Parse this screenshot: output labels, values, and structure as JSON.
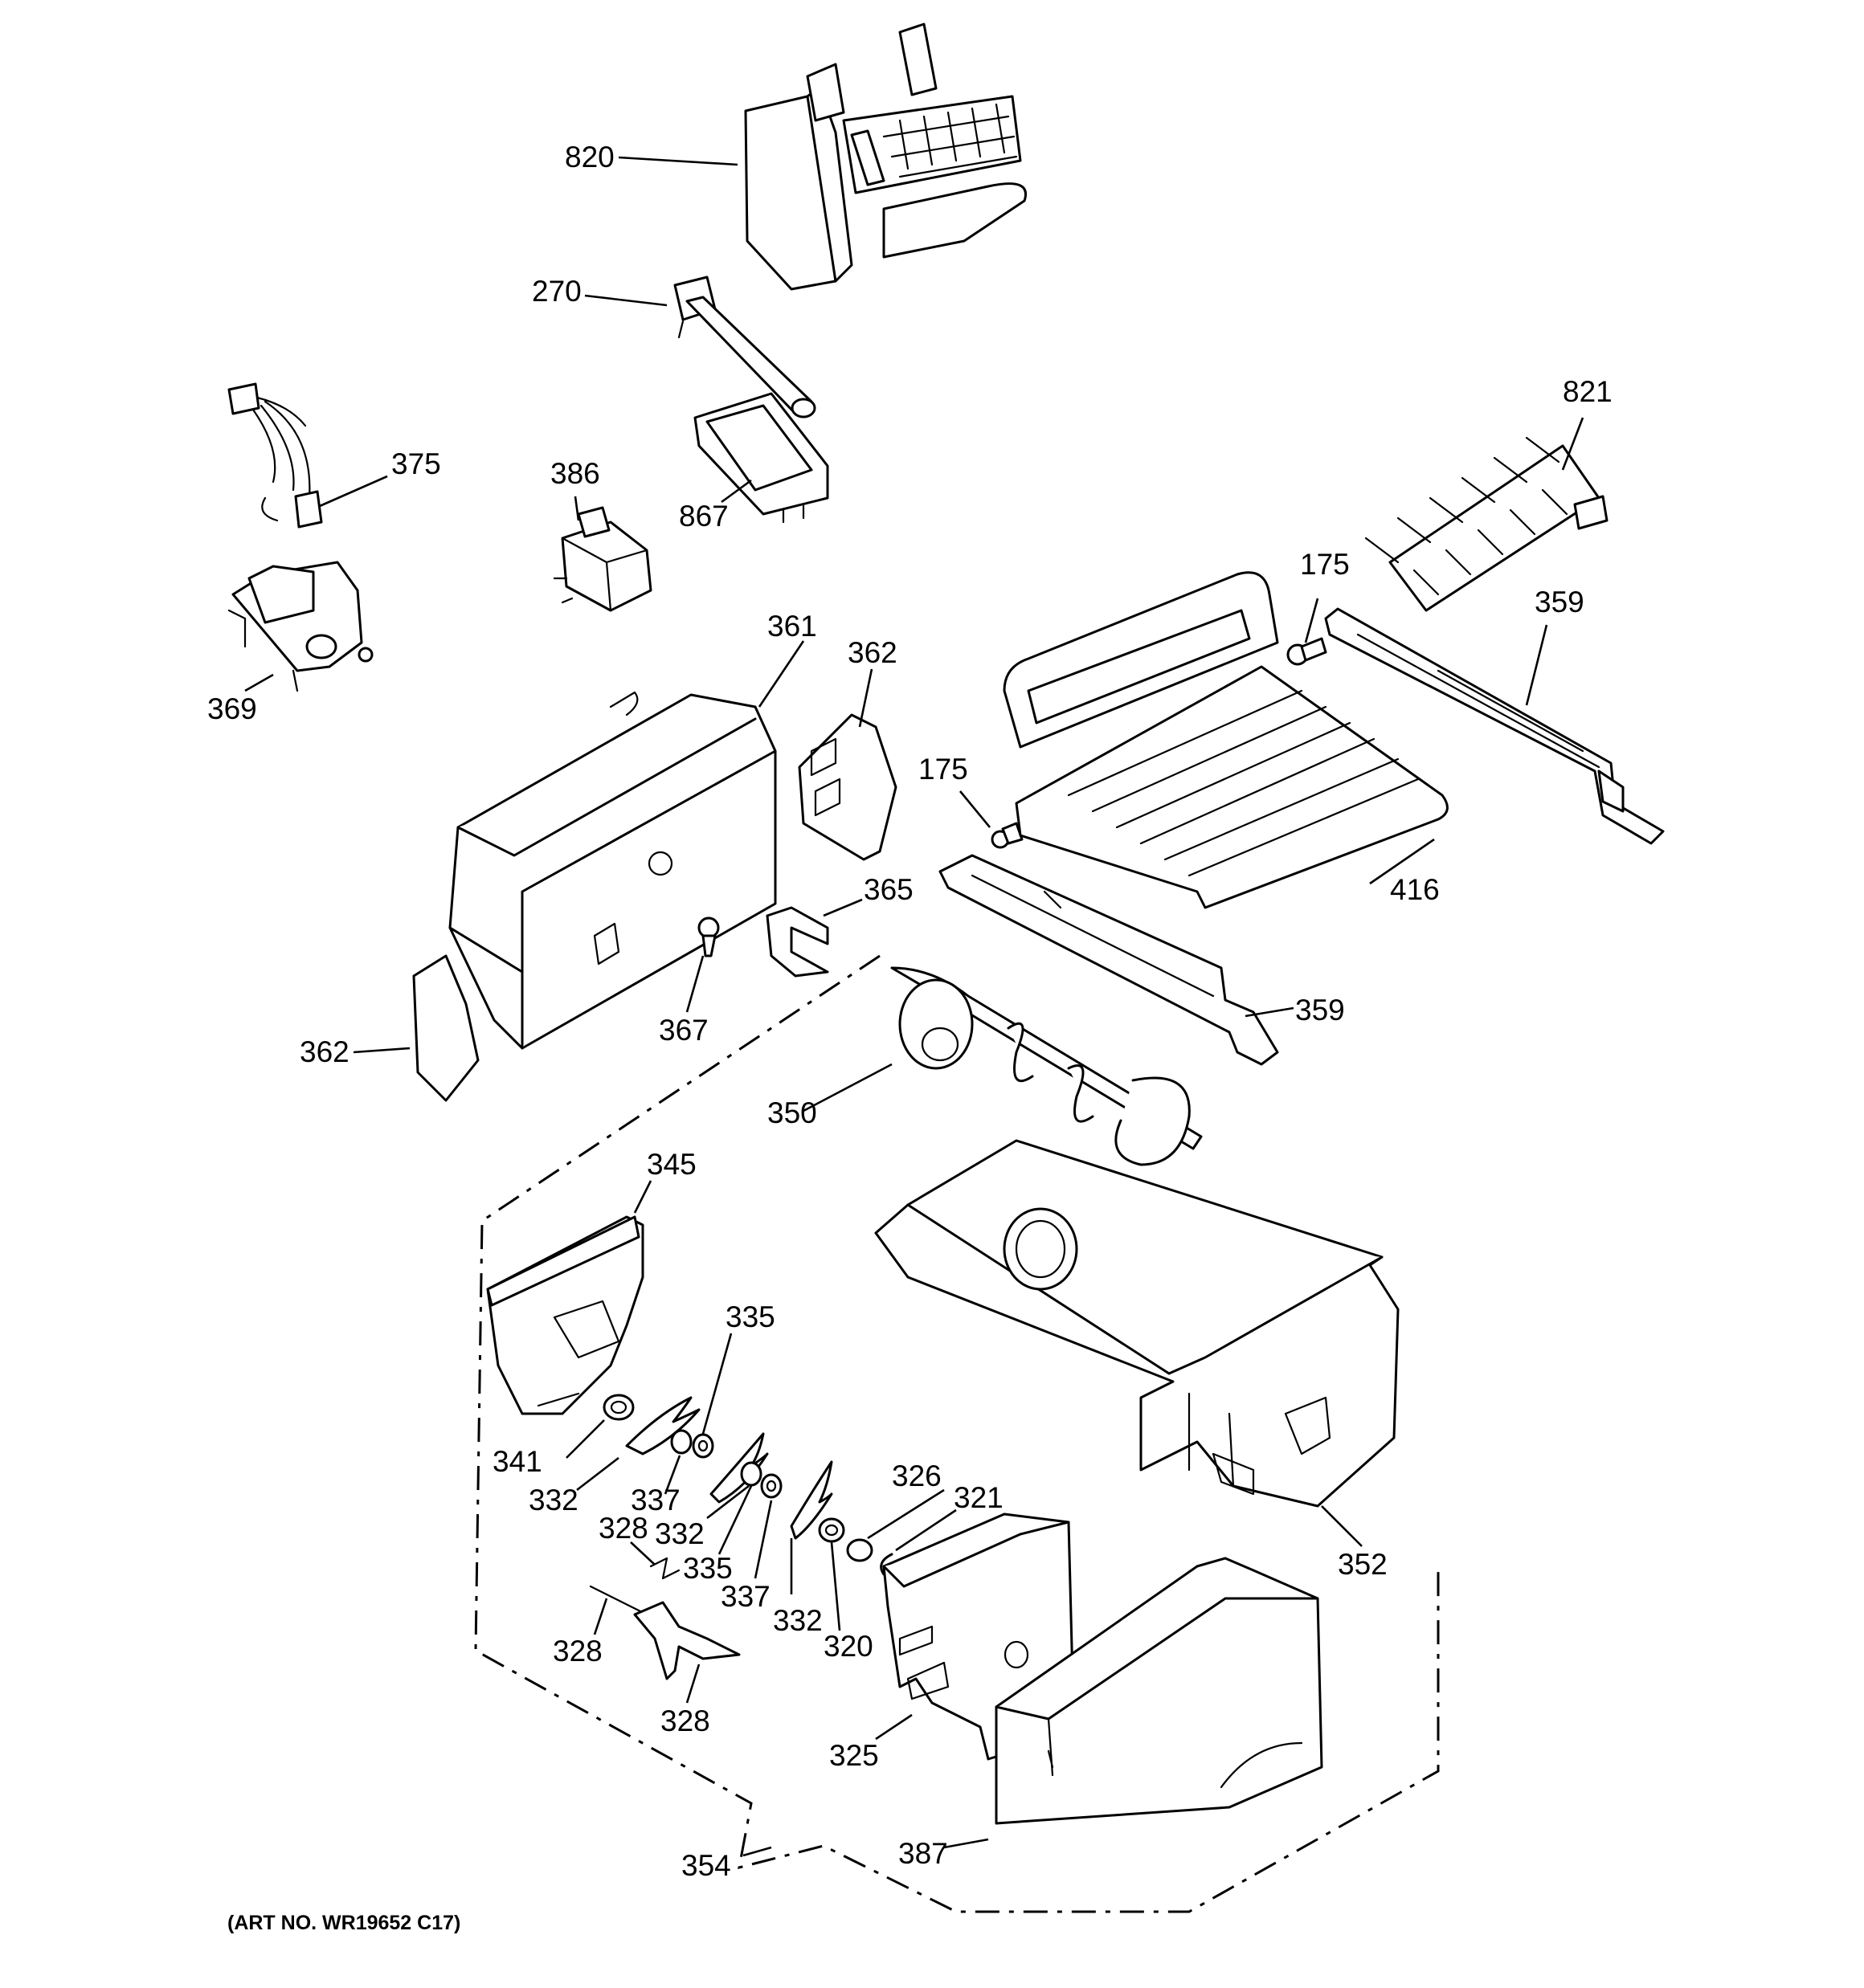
{
  "diagram": {
    "art_number": "(ART NO. WR19652 C17)",
    "labels": {
      "p820": "820",
      "p270": "270",
      "p375": "375",
      "p386": "386",
      "p867": "867",
      "p821": "821",
      "p369": "369",
      "p175a": "175",
      "p359a": "359",
      "p361": "361",
      "p362a": "362",
      "p175b": "175",
      "p416": "416",
      "p365": "365",
      "p367": "367",
      "p359b": "359",
      "p362b": "362",
      "p350": "350",
      "p345": "345",
      "p335a": "335",
      "p341": "341",
      "p332a": "332",
      "p337a": "337",
      "p326": "326",
      "p321": "321",
      "p332b": "332",
      "p328a": "328",
      "p335b": "335",
      "p337b": "337",
      "p332c": "332",
      "p320": "320",
      "p352": "352",
      "p328b": "328",
      "p328c": "328",
      "p325": "325",
      "p354": "354",
      "p387": "387"
    }
  }
}
